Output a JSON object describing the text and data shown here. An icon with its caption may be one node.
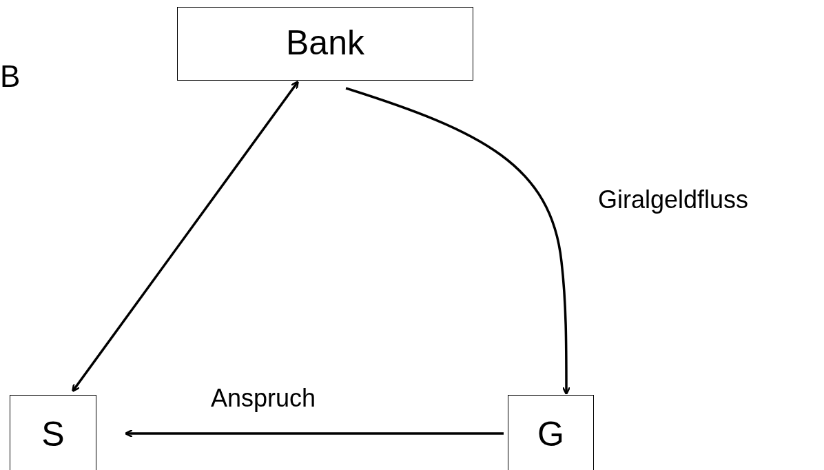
{
  "diagram": {
    "nodes": [
      {
        "text": [
          "Bank"
        ]
      },
      {
        "text": [
          "S"
        ]
      },
      {
        "text": [
          "G"
        ]
      }
    ],
    "edges": [
      {
        "from": 0,
        "to": 1,
        "arrow": "both"
      },
      {
        "from": 0,
        "to": 2,
        "arrow": "to",
        "label": "Giralgeldfluss"
      },
      {
        "from": 2,
        "to": 1,
        "arrow": "to",
        "label": "Anspruch"
      }
    ],
    "labels": [
      "B"
    ]
  }
}
